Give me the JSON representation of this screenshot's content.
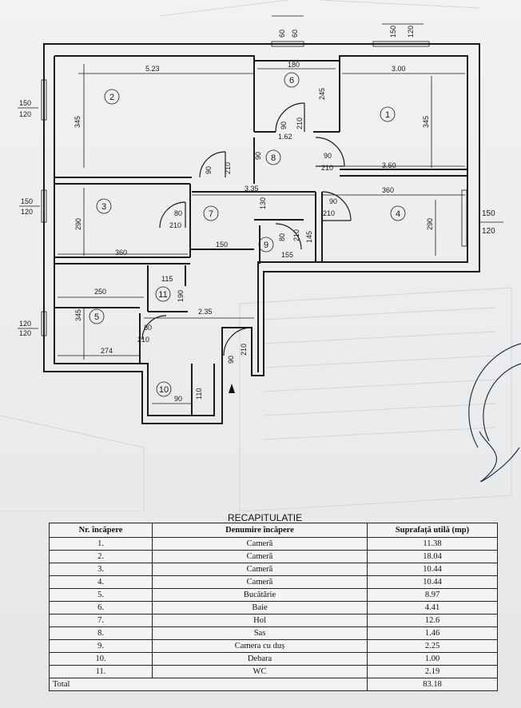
{
  "plan": {
    "rooms": [
      "1",
      "2",
      "3",
      "4",
      "5",
      "6",
      "7",
      "8",
      "9",
      "10",
      "11"
    ],
    "dims": {
      "top_6060": [
        "60",
        "60"
      ],
      "top_150120": [
        "150",
        "120"
      ],
      "left_upper": [
        "150",
        "120"
      ],
      "left_mid": [
        "150",
        "120"
      ],
      "left_lower": [
        "120",
        "120"
      ],
      "right": [
        "150",
        "120"
      ],
      "r2_w": "5.23",
      "r2_h": "345",
      "r6_w": "180",
      "r6_h": "245",
      "r1_w": "3.00",
      "r1_h": "345",
      "d_90a": "90",
      "d_210a": "210",
      "d_162": "1.62",
      "d_90b": "90",
      "d_210b": "210",
      "d_90c": "90",
      "d_90d": "90",
      "d_210d": "210",
      "w_360a": "3.60",
      "w_335": "3.35",
      "w_130": "130",
      "w_360b": "360",
      "d_90e": "90",
      "d_210e": "210",
      "r4_h": "290",
      "r3_h": "290",
      "d_80a": "80",
      "d_210f": "210",
      "w_150": "150",
      "w_360c": "360",
      "d_80b": "80",
      "d_210g": "210",
      "w_145": "145",
      "w_155": "155",
      "w_115": "115",
      "w_250": "250",
      "w_190": "190",
      "w_235": "2.35",
      "r5_h": "345",
      "d_80c": "80",
      "d_210h": "210",
      "d_90f": "90",
      "d_210i": "210",
      "w_274": "274",
      "w_90": "90",
      "w_110": "110"
    }
  },
  "recap": {
    "title": "RECAPITULATIE",
    "headers": [
      "Nr. încăpere",
      "Denumire încăpere",
      "Suprafață utilă (mp)"
    ],
    "rows": [
      [
        "1.",
        "Cameră",
        "11.38"
      ],
      [
        "2.",
        "Cameră",
        "18.04"
      ],
      [
        "3.",
        "Cameră",
        "10.44"
      ],
      [
        "4.",
        "Cameră",
        "10.44"
      ],
      [
        "5.",
        "Bucătărie",
        "8.97"
      ],
      [
        "6.",
        "Baie",
        "4.41"
      ],
      [
        "7.",
        "Hol",
        "12.6"
      ],
      [
        "8.",
        "Sas",
        "1.46"
      ],
      [
        "9.",
        "Camera cu duș",
        "2.25"
      ],
      [
        "10.",
        "Debara",
        "1.00"
      ],
      [
        "11.",
        "WC",
        "2.19"
      ]
    ],
    "total_label": "Total",
    "total_value": "83.18"
  }
}
